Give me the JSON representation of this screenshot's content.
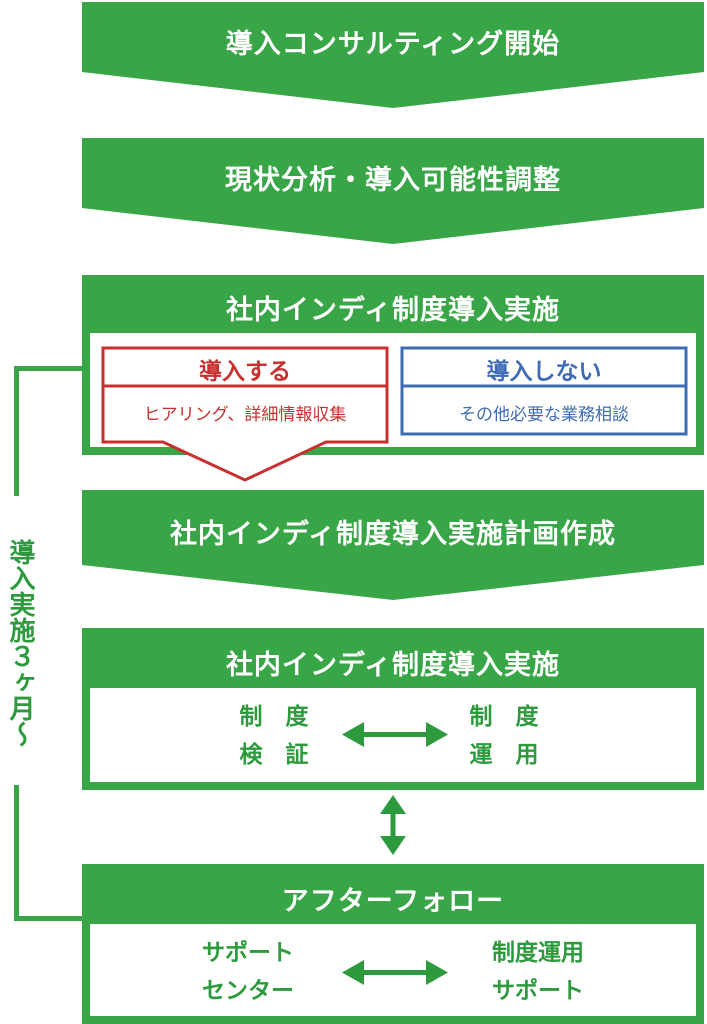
{
  "colors": {
    "green": "#38a547",
    "text_green": "#2e9a3e",
    "red": "#c8302f",
    "blue": "#3d6bb5",
    "white": "#ffffff"
  },
  "steps": {
    "s1": "導入コンサルティング開始",
    "s2": "現状分析・導入可能性調整",
    "s3": "社内インディ制度導入実施",
    "s4": "社内インディ制度導入実施計画作成",
    "s5": "社内インディ制度導入実施",
    "s6": "アフターフォロー"
  },
  "options": {
    "yes": {
      "title": "導入する",
      "detail": "ヒアリング、詳細情報収集"
    },
    "no": {
      "title": "導入しない",
      "detail": "その他必要な業務相談"
    }
  },
  "implementation": {
    "left_line1": "制　度",
    "left_line2": "検　証",
    "right_line1": "制　度",
    "right_line2": "運　用"
  },
  "followup": {
    "left_line1": "サポート",
    "left_line2": "センター",
    "right_line1": "制度運用",
    "right_line2": "サポート"
  },
  "side_label": "導入実施３ヶ月～"
}
